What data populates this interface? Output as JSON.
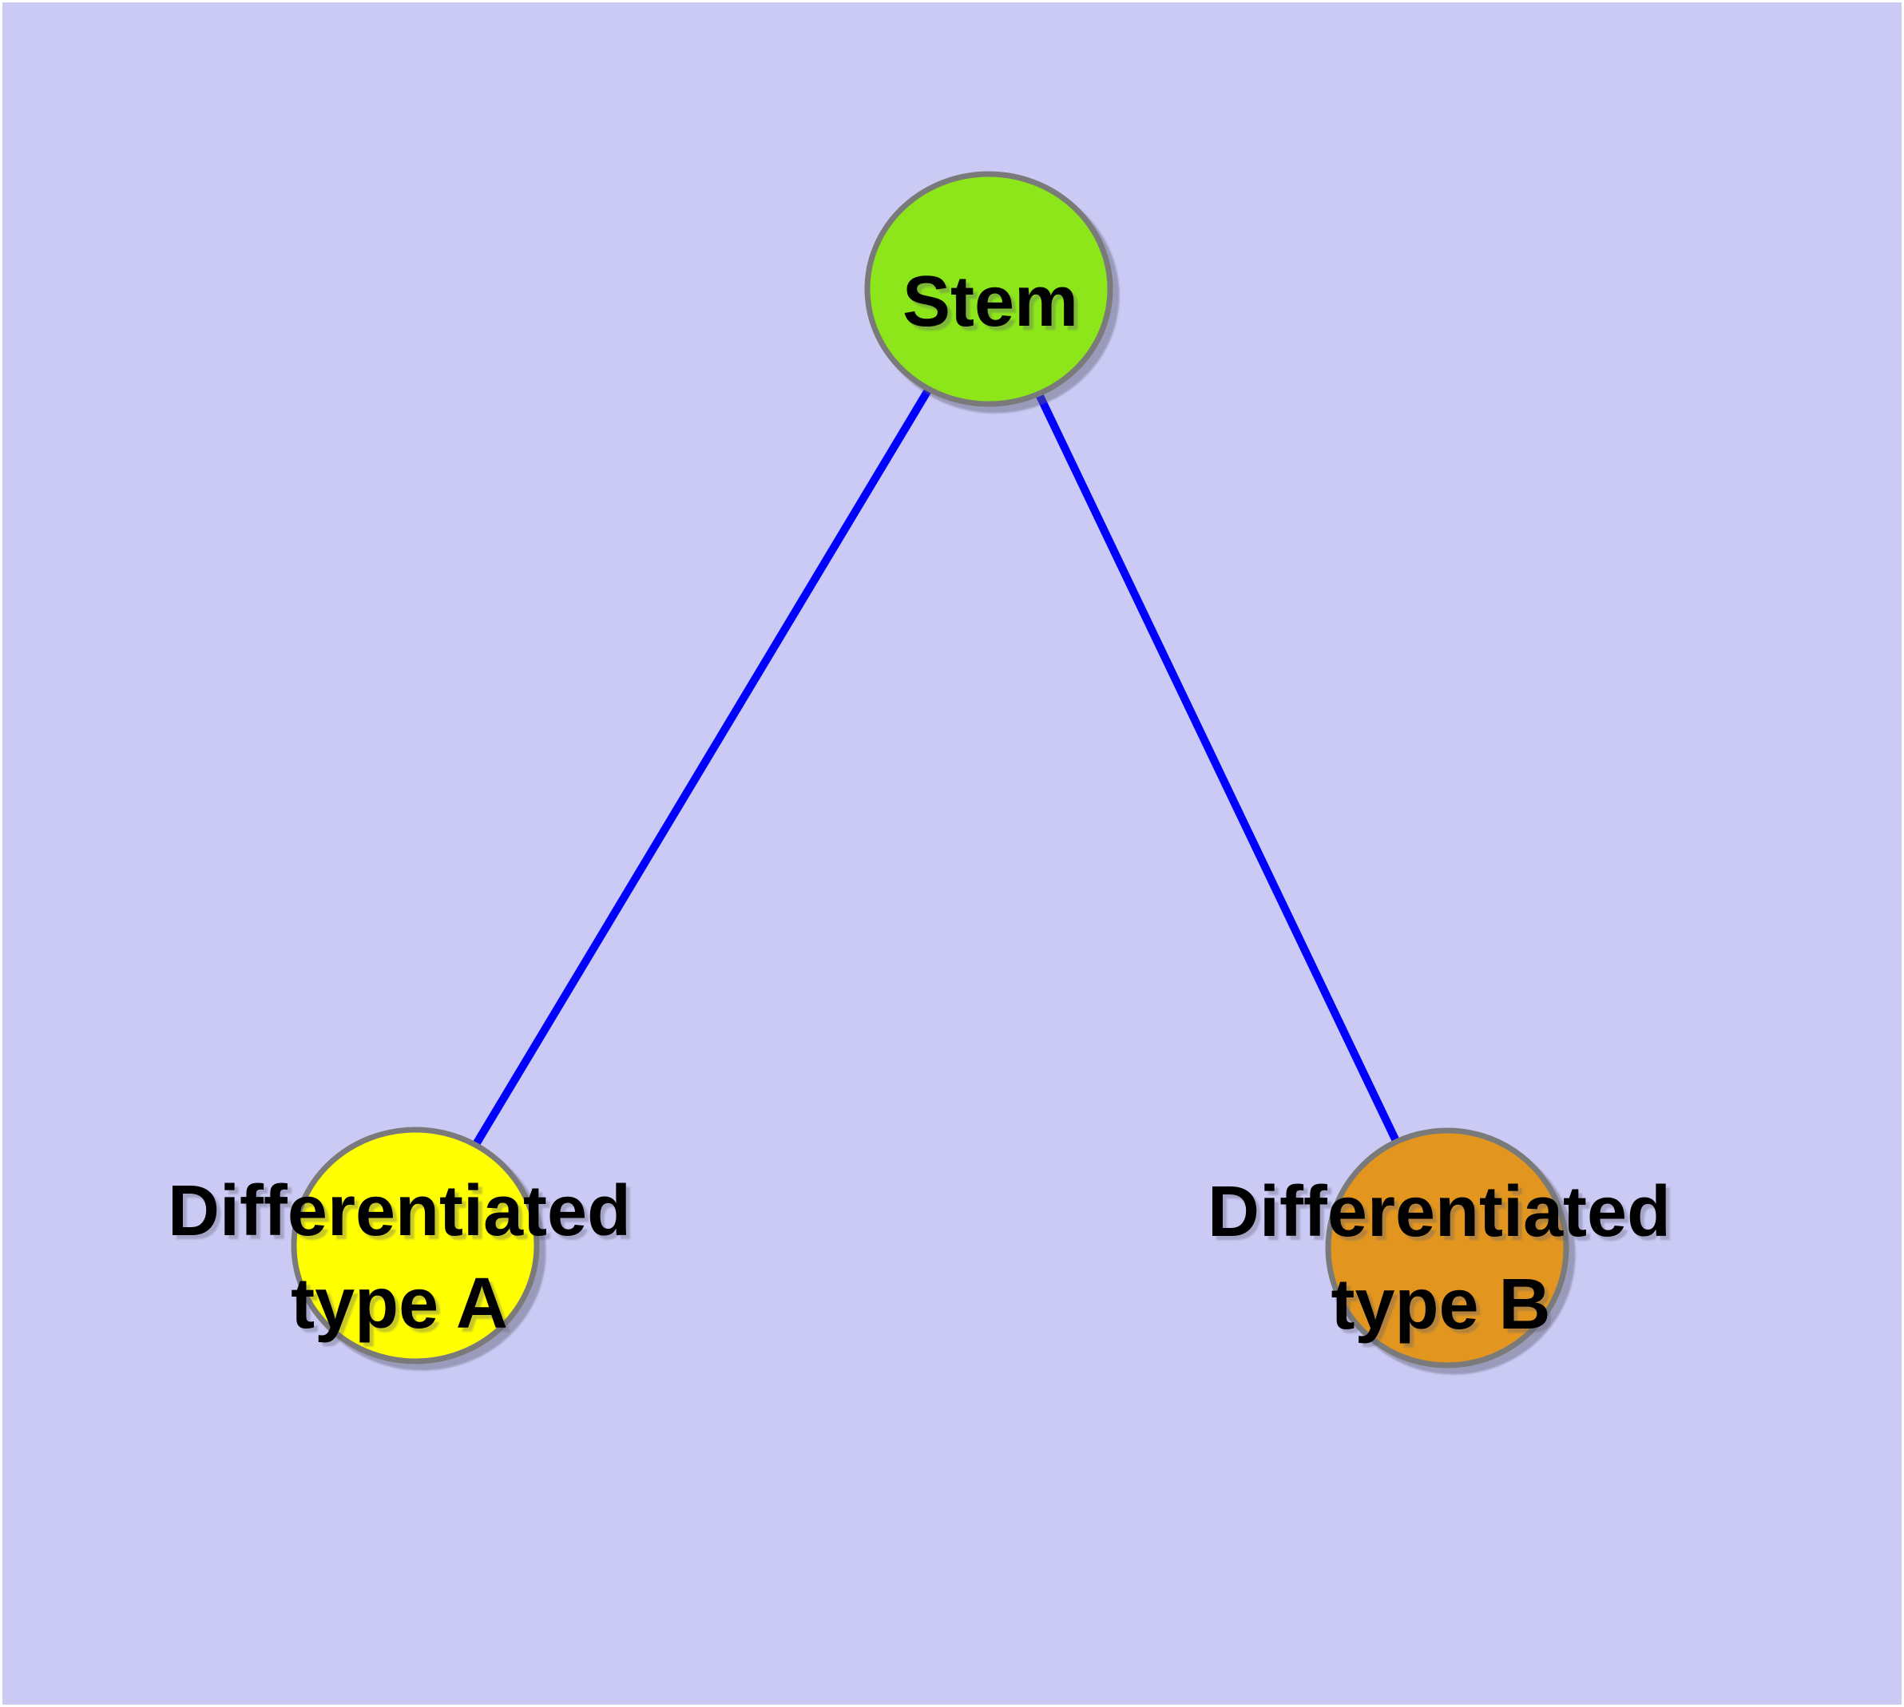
{
  "diagram": {
    "type": "node-link-graph",
    "background_color": "#CACAF5",
    "edge_color": "#0000FF",
    "node_border_color": "#7A7A7A",
    "text_color": "#000000",
    "nodes": {
      "stem": {
        "label": "Stem",
        "color": "#8CE619"
      },
      "type_a": {
        "label_line1": "Differentiated",
        "label_line2": "type A",
        "color": "#FFFF00"
      },
      "type_b": {
        "label_line1": "Differentiated",
        "label_line2": "type B",
        "color": "#E2961F"
      }
    },
    "edges": [
      {
        "from": "Stem",
        "to": "Differentiated type A"
      },
      {
        "from": "Stem",
        "to": "Differentiated type B"
      }
    ]
  }
}
